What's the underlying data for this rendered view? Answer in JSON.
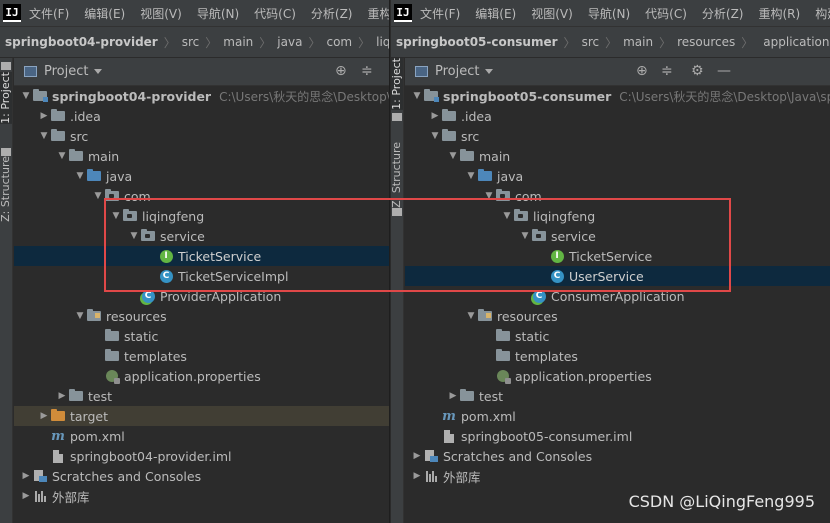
{
  "left": {
    "menu": [
      "文件(F)",
      "编辑(E)",
      "视图(V)",
      "导航(N)",
      "代码(C)",
      "分析(Z)",
      "重构(R)"
    ],
    "breadcrumbs": [
      "springboot04-provider",
      "src",
      "main",
      "java",
      "com",
      "liqingfeng"
    ],
    "panel_title": "Project",
    "side_tabs": {
      "project": "1: Project",
      "structure": "Z: Structure"
    },
    "tree": [
      {
        "label": "springboot04-provider",
        "path": "C:\\Users\\秋天的思念\\Desktop\\Java",
        "depth": 0,
        "expand": "open",
        "icon": "module",
        "bold": true
      },
      {
        "label": ".idea",
        "depth": 1,
        "expand": "closed",
        "icon": "folder"
      },
      {
        "label": "src",
        "depth": 1,
        "expand": "open",
        "icon": "folder"
      },
      {
        "label": "main",
        "depth": 2,
        "expand": "open",
        "icon": "folder"
      },
      {
        "label": "java",
        "depth": 3,
        "expand": "open",
        "icon": "folder-blue"
      },
      {
        "label": "com",
        "depth": 4,
        "expand": "open",
        "icon": "package"
      },
      {
        "label": "liqingfeng",
        "depth": 5,
        "expand": "open",
        "icon": "package"
      },
      {
        "label": "service",
        "depth": 6,
        "expand": "open",
        "icon": "package"
      },
      {
        "label": "TicketService",
        "depth": 7,
        "expand": "none",
        "icon": "interface",
        "selected": true
      },
      {
        "label": "TicketServiceImpl",
        "depth": 7,
        "expand": "none",
        "icon": "class"
      },
      {
        "label": "ProviderApplication",
        "depth": 6,
        "expand": "none",
        "icon": "spring"
      },
      {
        "label": "resources",
        "depth": 3,
        "expand": "open",
        "icon": "folder-res"
      },
      {
        "label": "static",
        "depth": 4,
        "expand": "none",
        "icon": "folder"
      },
      {
        "label": "templates",
        "depth": 4,
        "expand": "none",
        "icon": "folder"
      },
      {
        "label": "application.properties",
        "depth": 4,
        "expand": "none",
        "icon": "props"
      },
      {
        "label": "test",
        "depth": 2,
        "expand": "closed",
        "icon": "folder"
      },
      {
        "label": "target",
        "depth": 1,
        "expand": "closed",
        "icon": "folder-orange",
        "excluded": true
      },
      {
        "label": "pom.xml",
        "depth": 1,
        "expand": "none",
        "icon": "maven"
      },
      {
        "label": "springboot04-provider.iml",
        "depth": 1,
        "expand": "none",
        "icon": "file"
      },
      {
        "label": "Scratches and Consoles",
        "depth": 0,
        "expand": "closed",
        "icon": "scratch"
      },
      {
        "label": "外部库",
        "depth": 0,
        "expand": "closed",
        "icon": "libs"
      }
    ]
  },
  "right": {
    "menu": [
      "文件(F)",
      "编辑(E)",
      "视图(V)",
      "导航(N)",
      "代码(C)",
      "分析(Z)",
      "重构(R)",
      "构建(B)"
    ],
    "breadcrumbs": [
      "springboot05-consumer",
      "src",
      "main",
      "resources",
      "application.prope"
    ],
    "panel_title": "Project",
    "side_tabs": {
      "project": "1: Project",
      "structure": "Z: Structure"
    },
    "tree": [
      {
        "label": "springboot05-consumer",
        "path": "C:\\Users\\秋天的思念\\Desktop\\Java\\sprir",
        "depth": 0,
        "expand": "open",
        "icon": "module",
        "bold": true
      },
      {
        "label": ".idea",
        "depth": 1,
        "expand": "closed",
        "icon": "folder"
      },
      {
        "label": "src",
        "depth": 1,
        "expand": "open",
        "icon": "folder"
      },
      {
        "label": "main",
        "depth": 2,
        "expand": "open",
        "icon": "folder"
      },
      {
        "label": "java",
        "depth": 3,
        "expand": "open",
        "icon": "folder-blue"
      },
      {
        "label": "com",
        "depth": 4,
        "expand": "open",
        "icon": "package"
      },
      {
        "label": "liqingfeng",
        "depth": 5,
        "expand": "open",
        "icon": "package"
      },
      {
        "label": "service",
        "depth": 6,
        "expand": "open",
        "icon": "package"
      },
      {
        "label": "TicketService",
        "depth": 7,
        "expand": "none",
        "icon": "interface"
      },
      {
        "label": "UserService",
        "depth": 7,
        "expand": "none",
        "icon": "class",
        "selected": true
      },
      {
        "label": "ConsumerApplication",
        "depth": 6,
        "expand": "none",
        "icon": "spring"
      },
      {
        "label": "resources",
        "depth": 3,
        "expand": "open",
        "icon": "folder-res"
      },
      {
        "label": "static",
        "depth": 4,
        "expand": "none",
        "icon": "folder"
      },
      {
        "label": "templates",
        "depth": 4,
        "expand": "none",
        "icon": "folder"
      },
      {
        "label": "application.properties",
        "depth": 4,
        "expand": "none",
        "icon": "props"
      },
      {
        "label": "test",
        "depth": 2,
        "expand": "closed",
        "icon": "folder"
      },
      {
        "label": "pom.xml",
        "depth": 1,
        "expand": "none",
        "icon": "maven"
      },
      {
        "label": "springboot05-consumer.iml",
        "depth": 1,
        "expand": "none",
        "icon": "file"
      },
      {
        "label": "Scratches and Consoles",
        "depth": 0,
        "expand": "closed",
        "icon": "scratch"
      },
      {
        "label": "外部库",
        "depth": 0,
        "expand": "closed",
        "icon": "libs"
      }
    ]
  },
  "watermark": "CSDN @LiQingFeng995",
  "colors": {
    "background": "#2b2b2b",
    "toolbar": "#3c3f41",
    "selection": "#0d293e",
    "annotation_box": "#e04848",
    "excluded_row": "#413e34"
  }
}
